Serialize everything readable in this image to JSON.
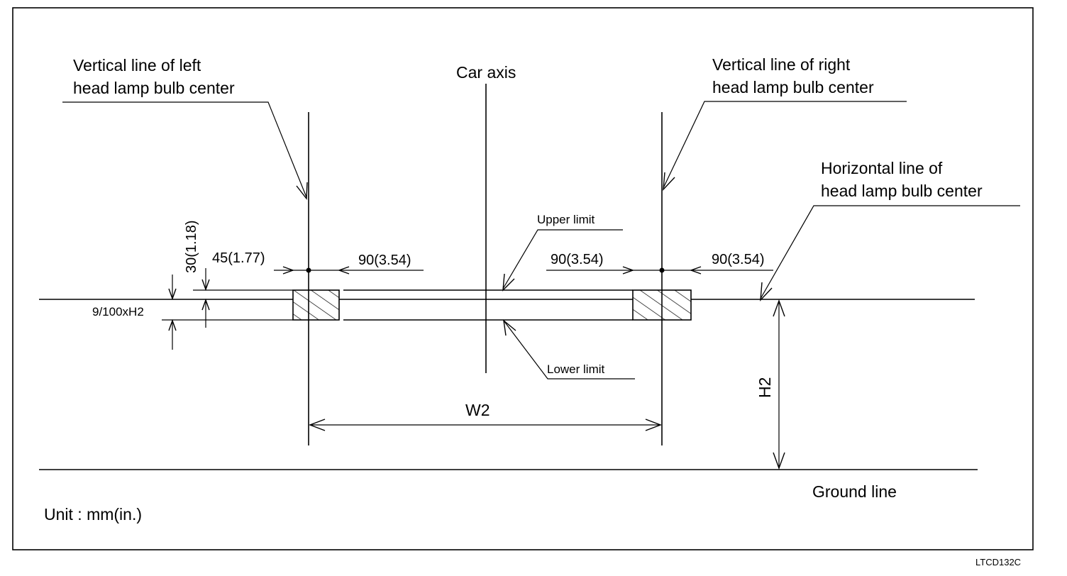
{
  "labels": {
    "left_vertical_line": [
      "Vertical line of left",
      "head lamp bulb center"
    ],
    "right_vertical_line": [
      "Vertical line of right",
      "head lamp bulb center"
    ],
    "car_axis": "Car axis",
    "horizontal_line": [
      "Horizontal line of",
      "head lamp bulb center"
    ],
    "upper_limit": "Upper limit",
    "lower_limit": "Lower limit",
    "ground_line": "Ground line",
    "unit": "Unit : mm(in.)",
    "figure_code": "LTCD132C"
  },
  "dimensions": {
    "vertical_30": "30(1.18)",
    "left_45": "45(1.77)",
    "left_90": "90(3.54)",
    "right_90_inner": "90(3.54)",
    "right_90_outer": "90(3.54)",
    "ratio": "9/100xH2",
    "width": "W2",
    "height": "H2"
  }
}
